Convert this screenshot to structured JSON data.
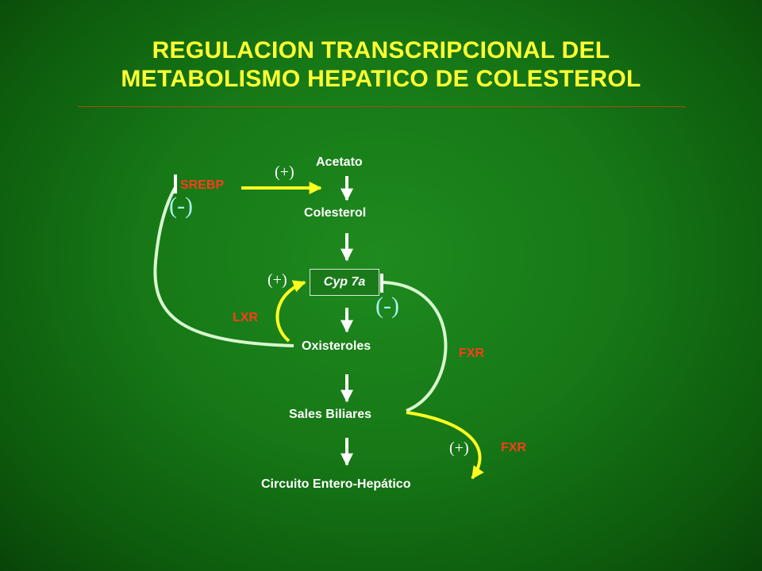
{
  "title": {
    "line1": "REGULACION TRANSCRIPCIONAL DEL",
    "line2": "METABOLISMO HEPATICO DE COLESTEROL"
  },
  "nodes": {
    "acetato": "Acetato",
    "colesterol": "Colesterol",
    "cyp7a": "Cyp 7a",
    "oxisteroles": "Oxisteroles",
    "sales_biliares": "Sales Biliares",
    "circuito": "Circuito Entero-Hepático"
  },
  "regulators": {
    "srebp": "SREBP",
    "lxr": "LXR",
    "fxr_top": "FXR",
    "fxr_bottom": "FXR"
  },
  "signs": {
    "srebp_plus": "(+)",
    "srebp_minus": "(-)",
    "lxr_plus": "(+)",
    "fxr_minus": "(-)",
    "fxr_plus": "(+)"
  },
  "colors": {
    "title": "#ffff33",
    "regulator_text": "#ff3b1a",
    "positive_arrow": "#ffff22",
    "negative_arrow": "#d8f8d0",
    "background": "#167816"
  }
}
